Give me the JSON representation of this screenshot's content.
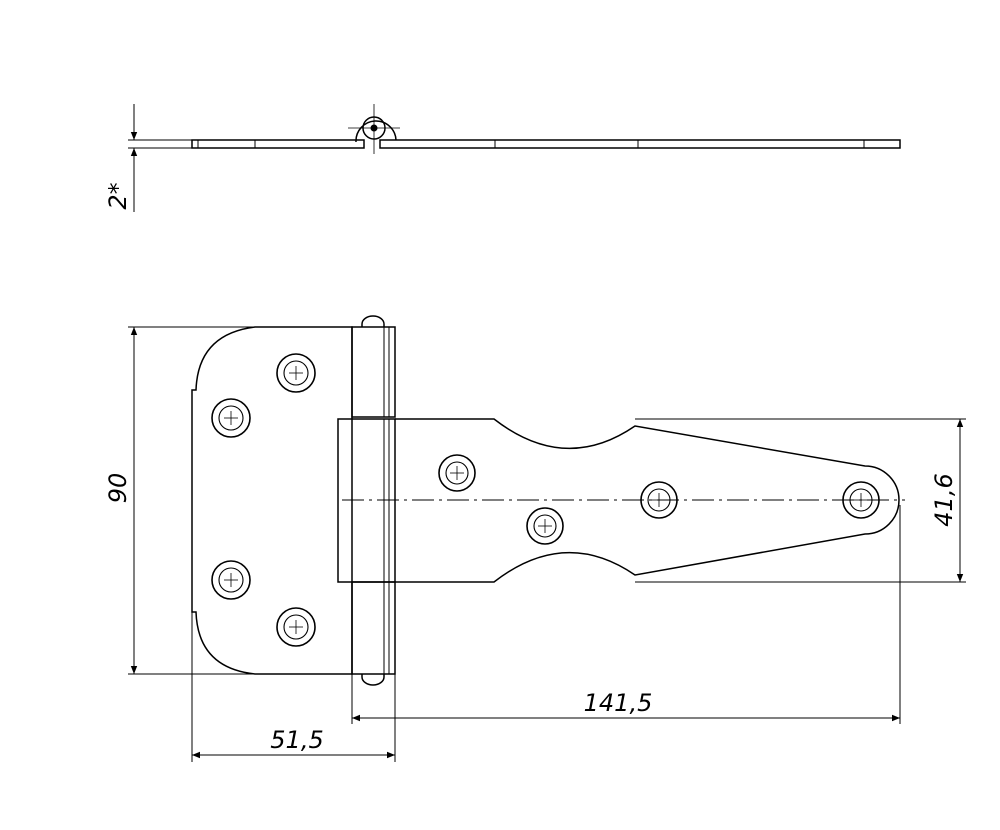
{
  "dimensions": {
    "thickness": "2*",
    "height_total": "90",
    "strap_width": "41,6",
    "strap_length": "141,5",
    "plate_width": "51,5"
  }
}
